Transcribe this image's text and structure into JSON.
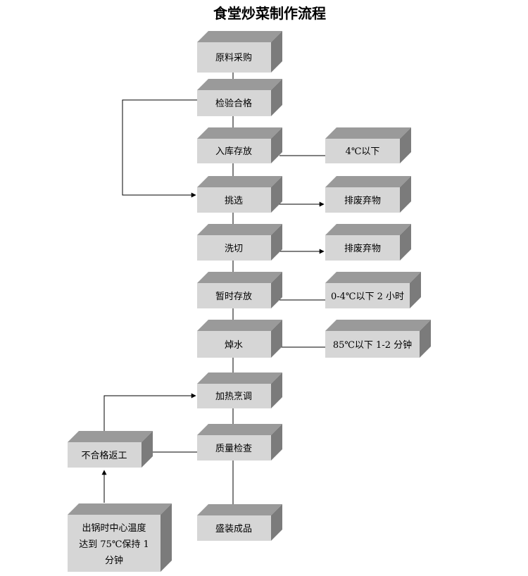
{
  "title": "食堂炒菜制作流程",
  "main_steps": [
    "原料采购",
    "检验合格",
    "入库存放",
    "挑选",
    "洗切",
    "暂时存放",
    "焯水",
    "加热烹调",
    "质量检查",
    "盛装成品"
  ],
  "side_notes": {
    "storage_temp": "4℃以下",
    "discard_after_picking": "排废弃物",
    "discard_after_cutting": "排废弃物",
    "temp_storage": "0-4℃以下 2 小时",
    "blanching": "85℃以下 1-2 分钟"
  },
  "rework": "不合格返工",
  "core_temp_lines": [
    "出锅时中心温度",
    "达到 75℃保持 1",
    "分钟"
  ],
  "colors": {
    "box_front": "#d6d6d6",
    "box_top": "#9a9a9a",
    "box_side": "#7b7b7b",
    "line": "#000000"
  }
}
